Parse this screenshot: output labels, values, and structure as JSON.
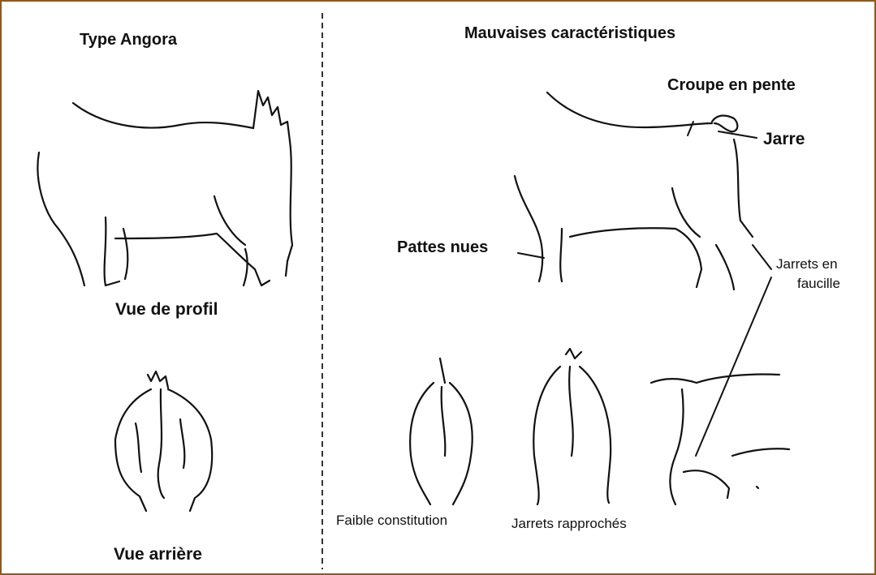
{
  "colors": {
    "frame": "#8b5a1e",
    "ink": "#111111",
    "background": "#ffffff"
  },
  "left_panel": {
    "title": "Type Angora",
    "profile_caption": "Vue de profil",
    "rear_caption": "Vue arrière"
  },
  "right_panel": {
    "title": "Mauvaises caractéristiques",
    "labels": {
      "croupe": "Croupe en pente",
      "jarre": "Jarre",
      "pattes": "Pattes nues",
      "jarrets_faucille_line1": "Jarrets en",
      "jarrets_faucille_line2": "faucille",
      "faible": "Faible constitution",
      "rapproches": "Jarrets rapprochés"
    }
  }
}
